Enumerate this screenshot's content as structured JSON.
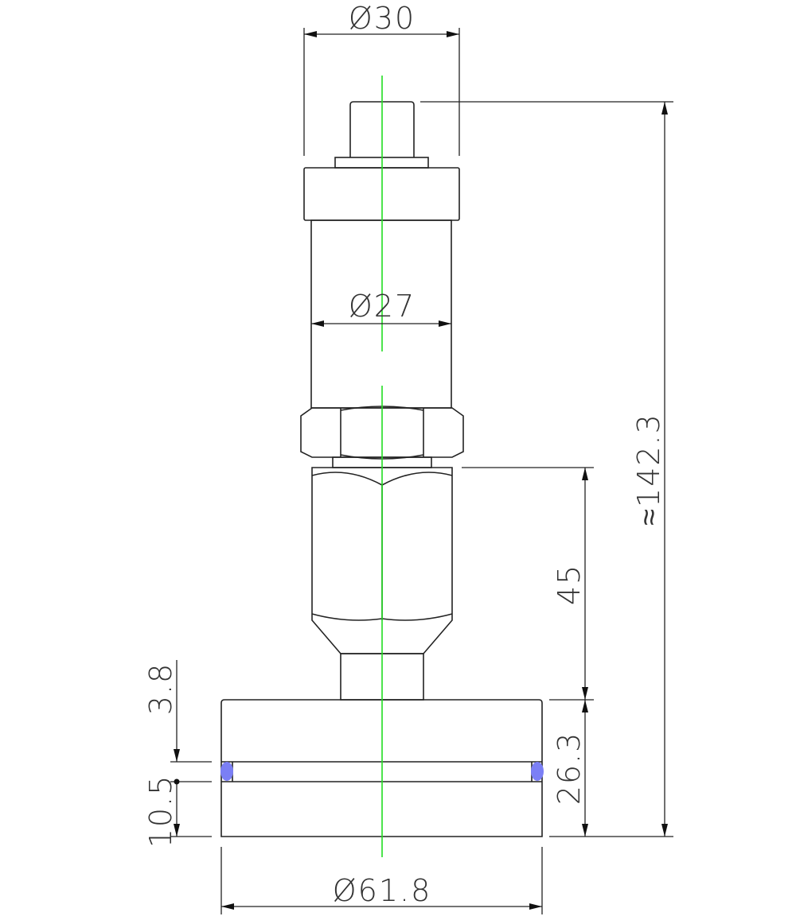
{
  "drawing": {
    "dimensions": {
      "top_diameter": "Ø30",
      "body_diameter": "Ø27",
      "overall_height": "≈142.3",
      "hex_section_height": "45",
      "base_height": "26.3",
      "groove_offset": "3.8",
      "groove_to_bottom": "10.5",
      "base_diameter": "Ø61.8"
    },
    "colors": {
      "centerline": "#22dd22",
      "o_ring": "#7b7ff5",
      "outline": "#222222"
    }
  }
}
